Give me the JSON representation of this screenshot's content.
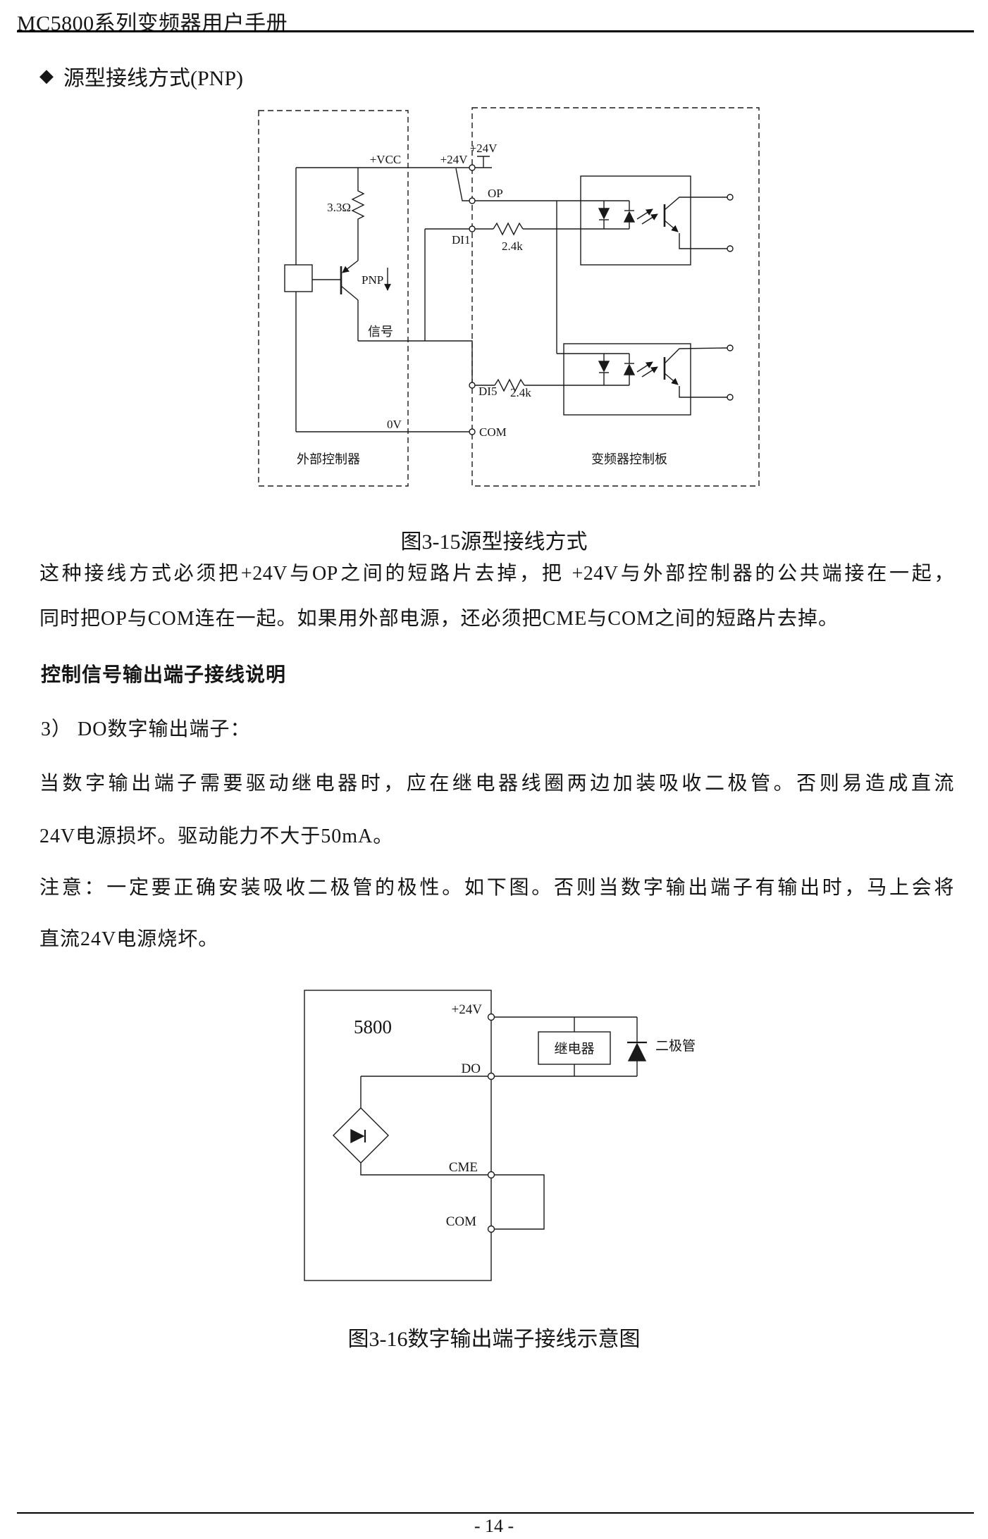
{
  "header": {
    "title": "MC5800系列变频器用户手册"
  },
  "section": {
    "bullet": "◆",
    "title": "源型接线方式(PNP)"
  },
  "figure_3_15": {
    "caption": "图3-15源型接线方式",
    "labels": {
      "vcc": "+VCC",
      "v24_wire": "+24V",
      "v24_jumper": "+24V",
      "r33": "3.3Ω",
      "pnp": "PNP",
      "signal": "信号",
      "v0": "0V",
      "op": "OP",
      "di1": "DI1",
      "r1": "2.4k",
      "di5": "DI5",
      "r2": "2.4k",
      "com": "COM",
      "left_box": "外部控制器",
      "right_box": "变频器控制板"
    }
  },
  "body": {
    "p1_l1": "这种接线方式必须把+24V与OP之间的短路片去掉，把 +24V与外部控制器的公共端接在一起，",
    "p1_l2": "同时把OP与COM连在一起。如果用外部电源，还必须把CME与COM之间的短路片去掉。",
    "subheading": "控制信号输出端子接线说明",
    "item3": "3） DO数字输出端子：",
    "p2_l1": "当数字输出端子需要驱动继电器时，应在继电器线圈两边加装吸收二极管。否则易造成直流",
    "p2_l2": "24V电源损坏。驱动能力不大于50mA。",
    "p3_l1": "注意：一定要正确安装吸收二极管的极性。如下图。否则当数字输出端子有输出时，马上会将",
    "p3_l2": "直流24V电源烧坏。"
  },
  "figure_3_16": {
    "caption": "图3-16数字输出端子接线示意图",
    "labels": {
      "model": "5800",
      "v24": "+24V",
      "do": "DO",
      "cme": "CME",
      "com": "COM",
      "relay": "继电器",
      "diode": "二极管"
    }
  },
  "footer": {
    "page": "- 14 -"
  }
}
